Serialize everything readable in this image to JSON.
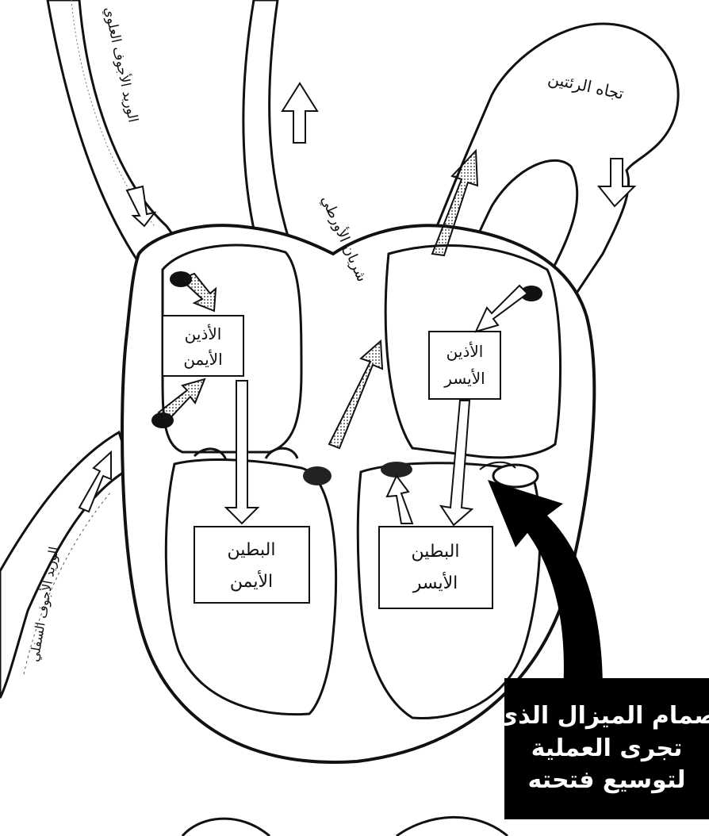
{
  "labels": {
    "superior_vena_cava": "الوريد الأجوف العلوي",
    "inferior_vena_cava": "الوريد الأجوف السفلي",
    "aorta": "شريان الأورطي",
    "lungs": "تجاه الرئتين",
    "right_atrium_line1": "الأذين",
    "right_atrium_line2": "الأيمن",
    "left_atrium_line1": "الأذين",
    "left_atrium_line2": "الأيسر",
    "right_ventricle_line1": "البطين",
    "right_ventricle_line2": "الأيمن",
    "left_ventricle_line1": "البطين",
    "left_ventricle_line2": "الأيسر"
  },
  "callout": {
    "line1": "صمام الميزال الذى",
    "line2": "تجرى العملية",
    "line3": "لتوسيع فتحته"
  },
  "colors": {
    "ink": "#111111",
    "paper": "#ffffff",
    "callout_bg": "#000000",
    "callout_text": "#ffffff"
  }
}
